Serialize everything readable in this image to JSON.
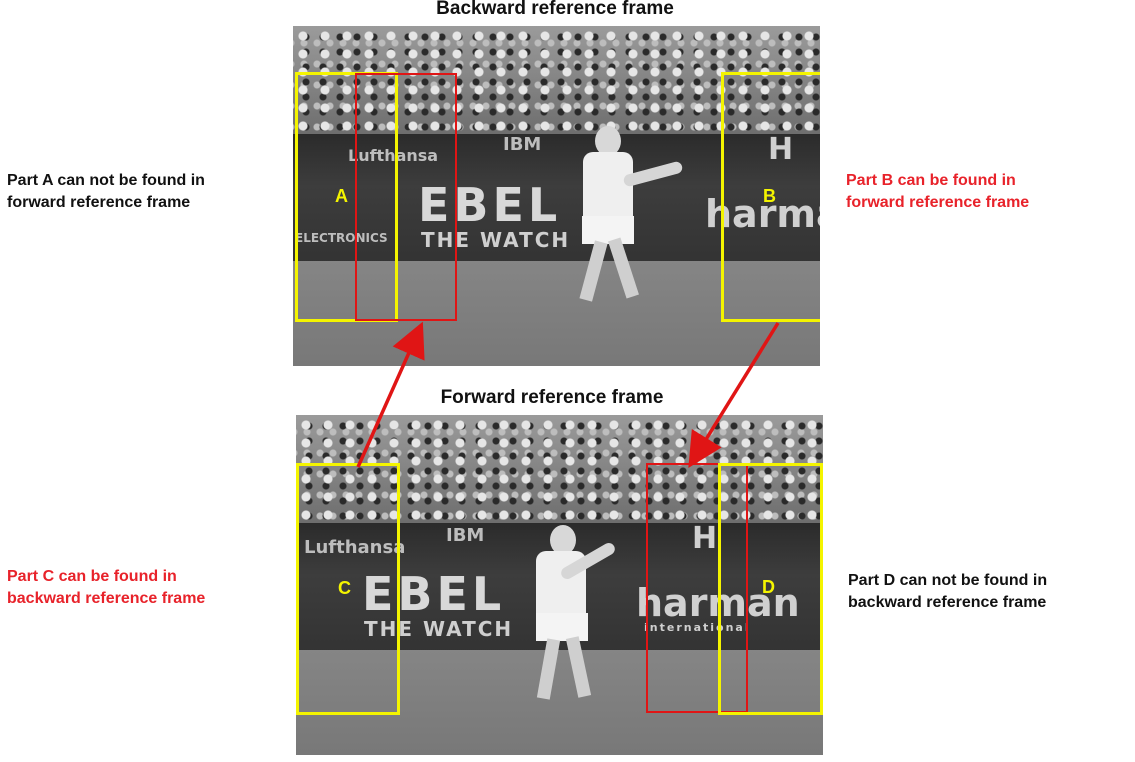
{
  "titles": {
    "backward": "Backward reference frame",
    "forward": "Forward reference frame"
  },
  "frames": {
    "backward": {
      "ads": {
        "sponsor_small": "Lufthansa",
        "ibm": "IBM",
        "ebel": "EBEL",
        "the_watch": "THE WATCH",
        "harman": "harman",
        "h": "H",
        "electronics": "ELECTRONICS"
      },
      "labels": {
        "a": "A",
        "b": "B"
      }
    },
    "forward": {
      "ads": {
        "sponsor_small": "Lufthansa",
        "ibm": "IBM",
        "ebel": "EBEL",
        "the_watch": "THE WATCH",
        "harman": "harman",
        "international": "international",
        "h": "H"
      },
      "labels": {
        "c": "C",
        "d": "D"
      }
    }
  },
  "captions": {
    "part_a": {
      "line1": "Part A can not be found in",
      "line2": "forward reference frame",
      "color": "#111111"
    },
    "part_b": {
      "line1": "Part B can be found in",
      "line2": "forward reference frame",
      "color": "#e8222a"
    },
    "part_c": {
      "line1": "Part C can be found in",
      "line2": "backward reference frame",
      "color": "#e8222a"
    },
    "part_d": {
      "line1": "Part D can not be found in",
      "line2": "backward reference frame",
      "color": "#111111"
    }
  },
  "colors": {
    "box_yellow": "#f4f400",
    "box_red": "#e01515",
    "arrow_red": "#e01515"
  }
}
